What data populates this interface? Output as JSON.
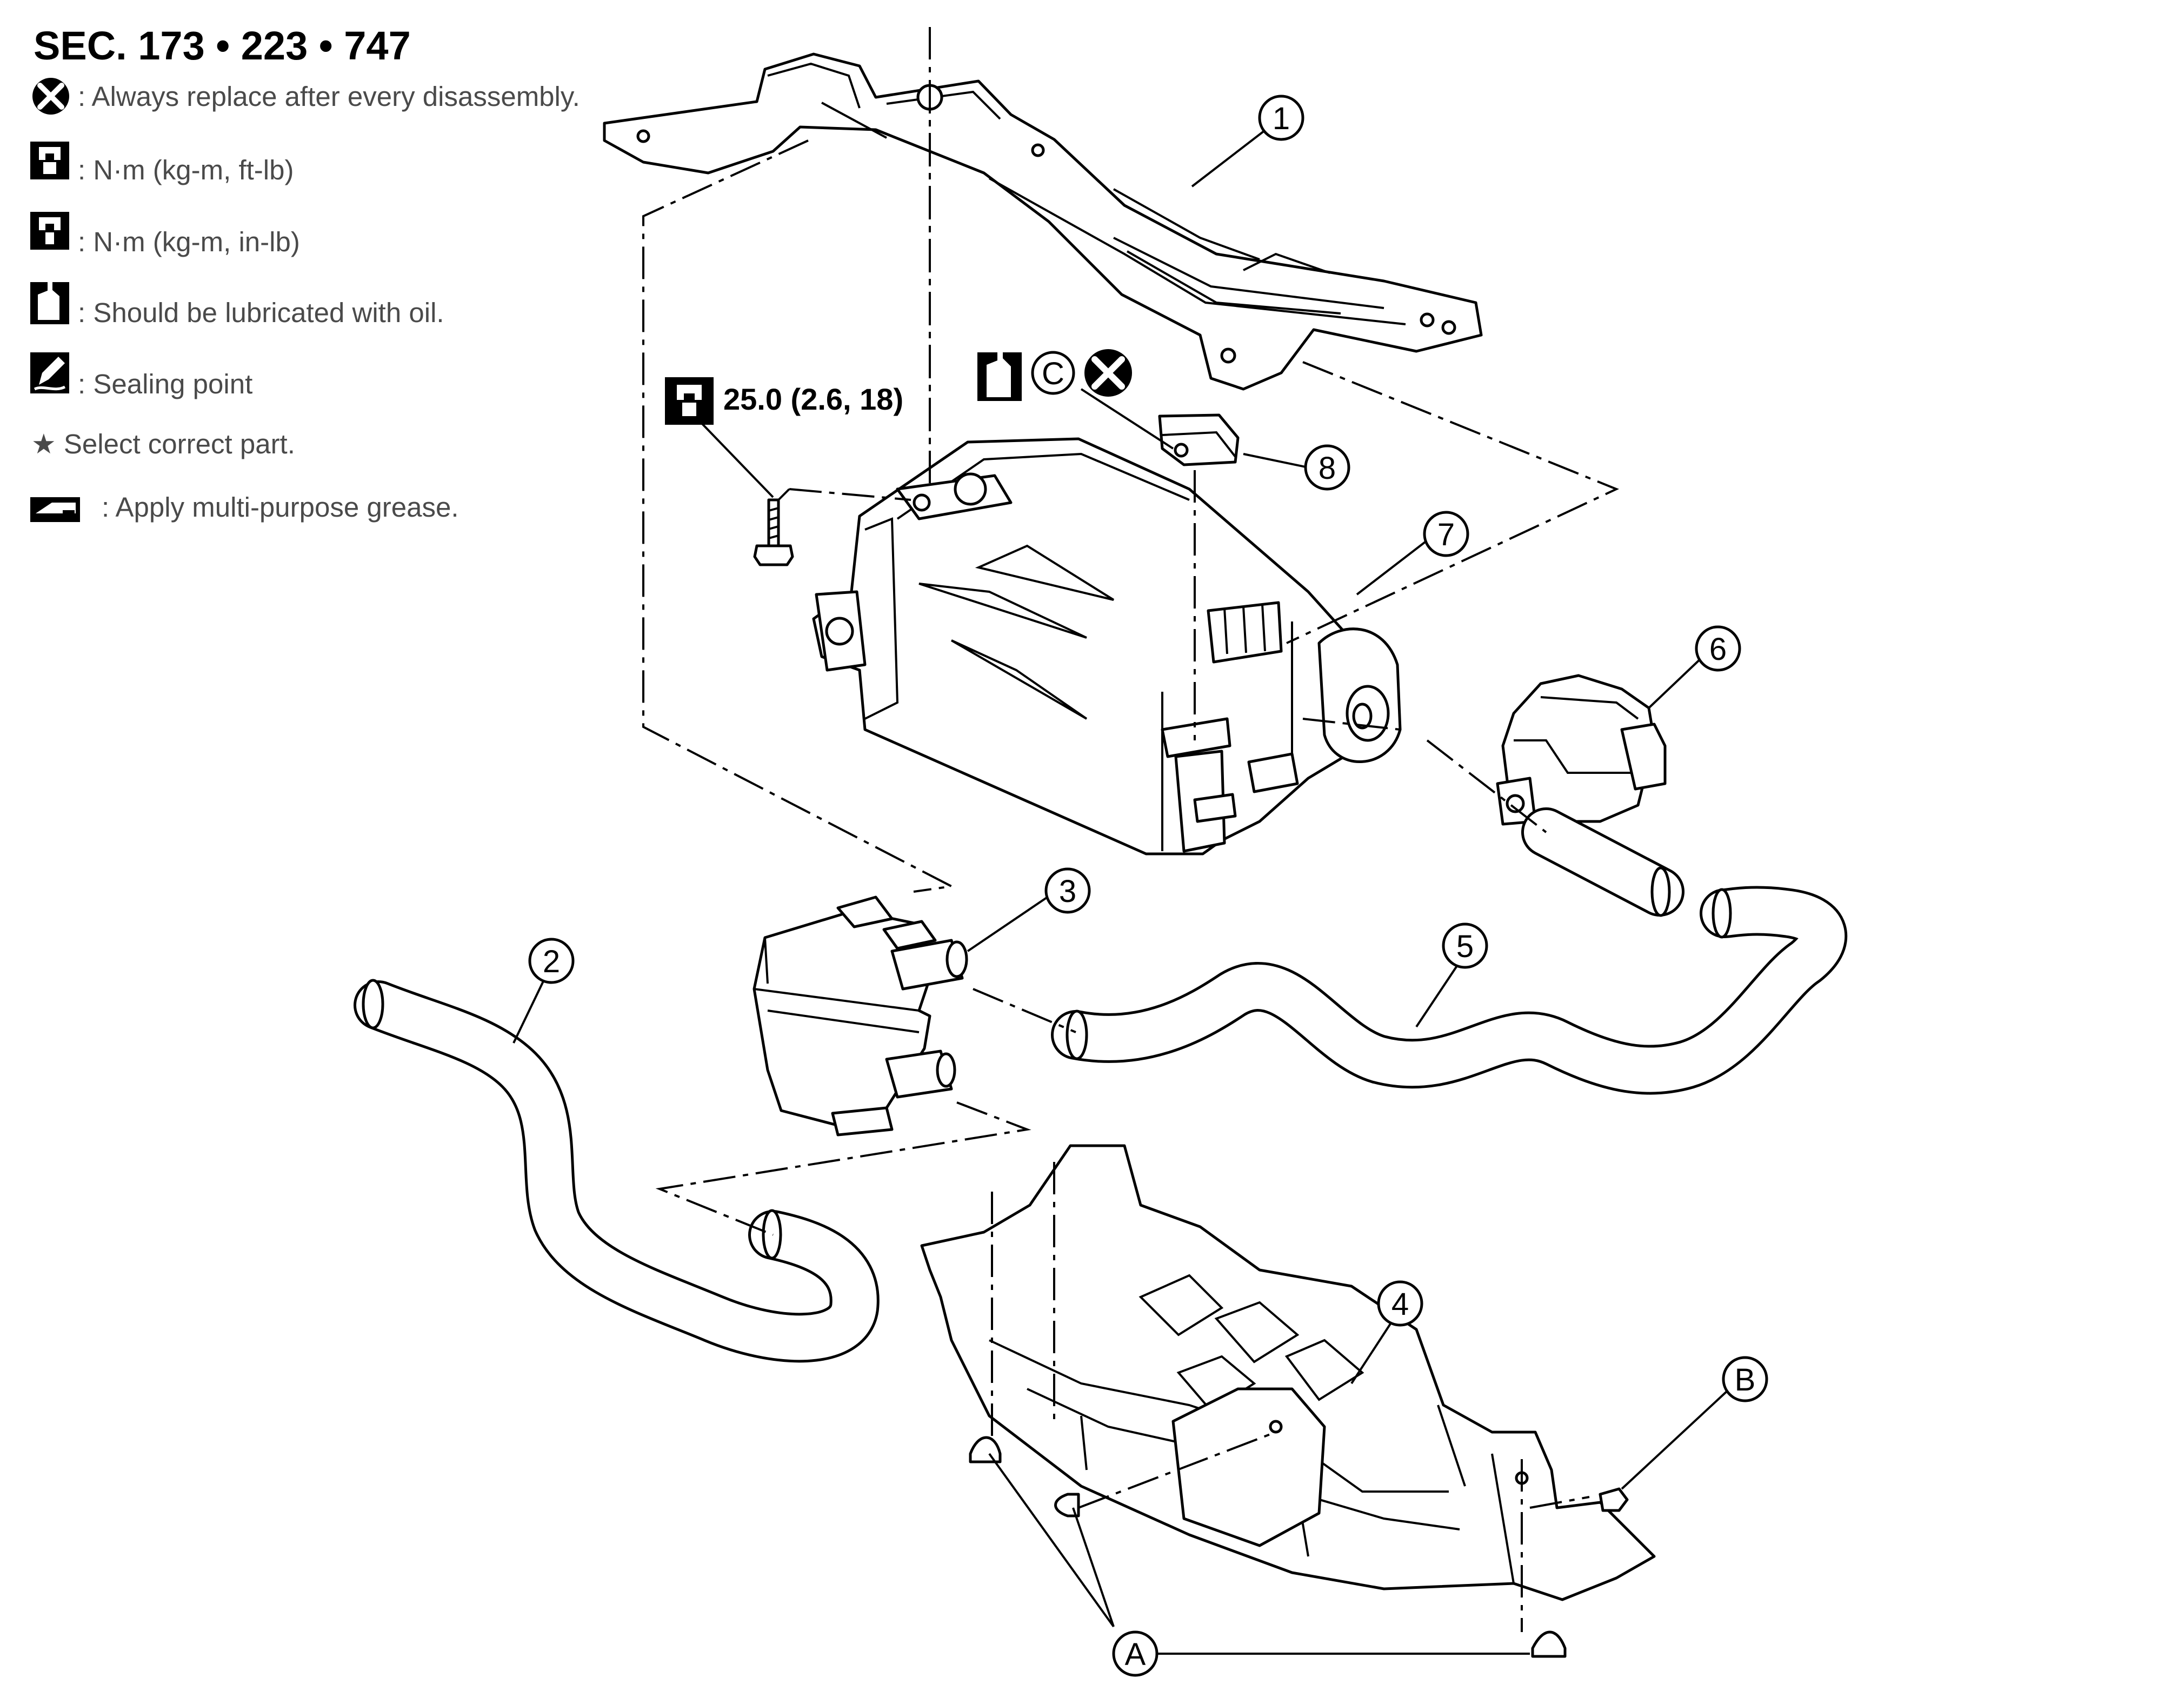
{
  "section_title": "SEC. 173 • 223 • 747",
  "legend": [
    {
      "icon": "always-replace-icon",
      "text": ": Always replace after every disassembly."
    },
    {
      "icon": "torque-wrench-ft-lb-icon",
      "text": ": N·m (kg-m, ft-lb)"
    },
    {
      "icon": "torque-wrench-in-lb-icon",
      "text": ": N·m (kg-m, in-lb)"
    },
    {
      "icon": "oil-can-icon",
      "text": ": Should be lubricated with oil."
    },
    {
      "icon": "sealing-point-icon",
      "text": ": Sealing point"
    },
    {
      "icon": "star-icon",
      "text": "★ Select correct part."
    },
    {
      "icon": "grease-icon",
      "text": ": Apply multi-purpose grease."
    }
  ],
  "torque": {
    "value": "25.0 (2.6, 18)",
    "icon": "torque-wrench-icon"
  },
  "symbol_labels": {
    "circle_c": "C"
  },
  "callouts": [
    "1",
    "2",
    "3",
    "4",
    "5",
    "6",
    "7",
    "8",
    "A",
    "B"
  ]
}
